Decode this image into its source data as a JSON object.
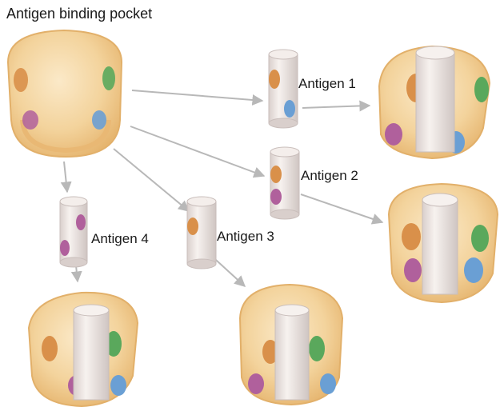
{
  "title": "Antigen binding pocket",
  "antigens": [
    {
      "label": "Antigen 1"
    },
    {
      "label": "Antigen 2"
    },
    {
      "label": "Antigen 3"
    },
    {
      "label": "Antigen 4"
    }
  ],
  "colors": {
    "pocket_outer": "#f0cf92",
    "pocket_inner": "#f7ddb0",
    "rim": "#e9b874",
    "cylinder": "#f3ece8",
    "arrow": "#b8b8b8",
    "site_orange": "#d9904a",
    "site_green": "#5aa85c",
    "site_purple": "#b0609c",
    "site_blue": "#6a9fd4"
  }
}
